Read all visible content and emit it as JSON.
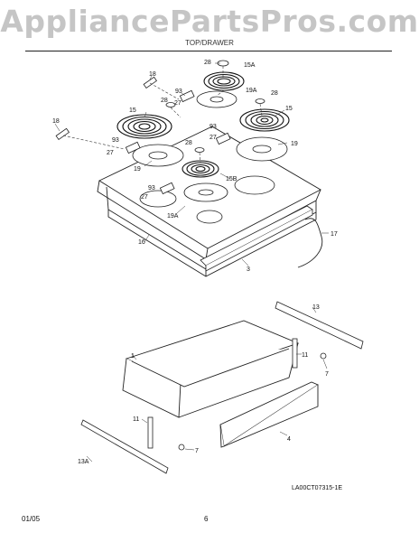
{
  "header": {
    "watermark": "AppliancePartsPros.com",
    "title": "TOP/DRAWER"
  },
  "callouts": {
    "c28a": "28",
    "c15A": "15A",
    "c18a": "18",
    "c93a": "93",
    "c28b": "28",
    "c27a": "27",
    "c19Aa": "19A",
    "c28c": "28",
    "c18b": "18",
    "c15a": "15",
    "c15b": "15",
    "c93b": "93",
    "c27b": "27",
    "c28d": "28",
    "c93c": "93",
    "c27c": "27",
    "c19a": "19",
    "c19b": "19",
    "c15B": "15B",
    "c93d": "93",
    "c27d": "27",
    "c19Ab": "19A",
    "c16": "16",
    "c17": "17",
    "c3": "3",
    "c13": "13",
    "c1": "1",
    "c11a": "11",
    "c7a": "7",
    "c11b": "11",
    "c7b": "7",
    "c4": "4",
    "c13A": "13A"
  },
  "figure_code": "LA00CT07315-1E",
  "footer": {
    "date": "01/05",
    "page": "6"
  }
}
